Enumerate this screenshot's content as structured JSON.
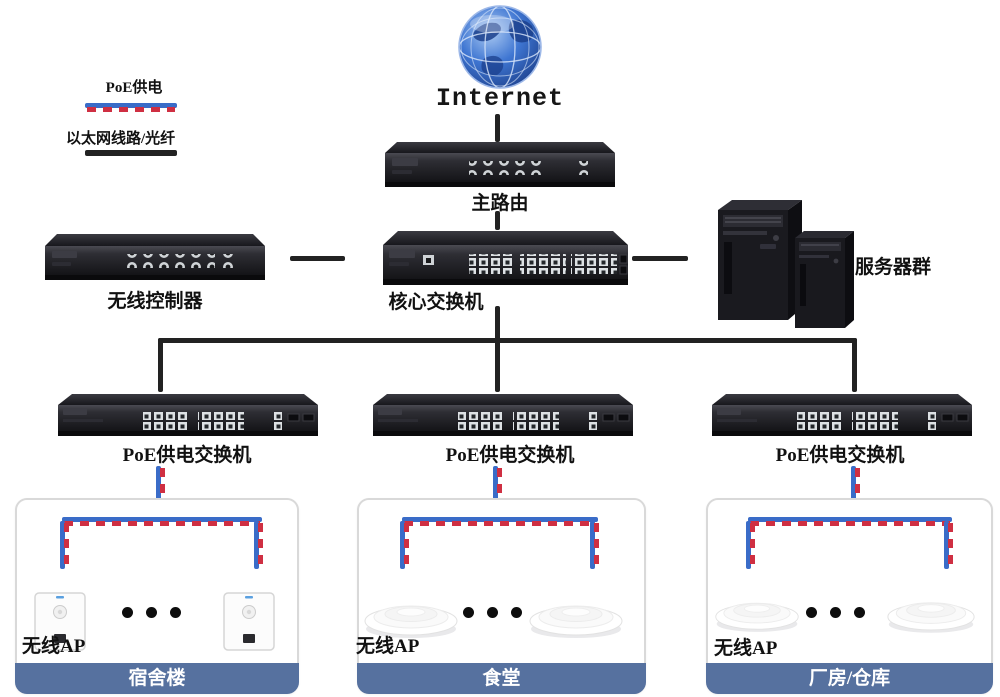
{
  "diagram": {
    "legend": {
      "poe": {
        "label": "PoE供电"
      },
      "ethernet": {
        "label": "以太网线路/光纤"
      }
    },
    "internet": {
      "label": "Internet"
    },
    "main_router": {
      "label": "主路由"
    },
    "wireless_controller": {
      "label": "无线控制器"
    },
    "core_switch": {
      "label": "核心交换机"
    },
    "server_group": {
      "label": "服务器群"
    },
    "poe_switches": [
      {
        "label": "PoE供电交换机"
      },
      {
        "label": "PoE供电交换机"
      },
      {
        "label": "PoE供电交换机"
      }
    ],
    "zones": [
      {
        "name": "宿舍楼",
        "ap_label": "无线AP",
        "ap_type": "wall"
      },
      {
        "name": "食堂",
        "ap_label": "无线AP",
        "ap_type": "ceiling"
      },
      {
        "name": "厂房/仓库",
        "ap_label": "无线AP",
        "ap_type": "ceiling"
      }
    ],
    "colors": {
      "poe_blue": "#3a6cc8",
      "poe_red": "#cf2f42",
      "ethernet": "#222222",
      "zone_bar": "#56719f",
      "zone_border": "#d9d9d9"
    }
  }
}
